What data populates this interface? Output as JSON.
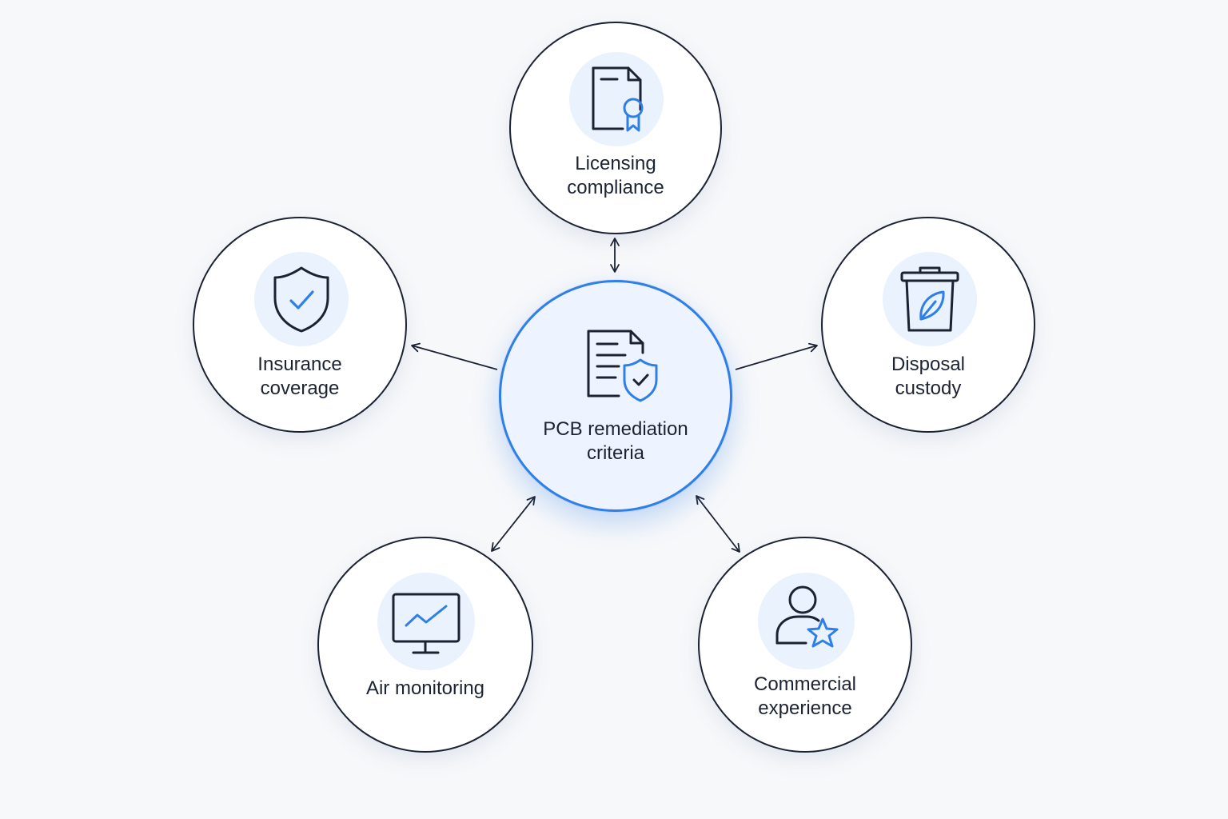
{
  "diagram": {
    "center": {
      "label_lines": [
        "PCB remediation",
        "criteria"
      ],
      "icon": "document-shield-icon"
    },
    "nodes": [
      {
        "id": "licensing",
        "label_lines": [
          "Licensing",
          "compliance"
        ],
        "icon": "certificate-document-icon"
      },
      {
        "id": "insurance",
        "label_lines": [
          "Insurance",
          "coverage"
        ],
        "icon": "shield-check-icon"
      },
      {
        "id": "disposal",
        "label_lines": [
          "Disposal",
          "custody"
        ],
        "icon": "recycle-bin-leaf-icon"
      },
      {
        "id": "air",
        "label_lines": [
          "Air monitoring"
        ],
        "icon": "monitor-chart-icon"
      },
      {
        "id": "commercial",
        "label_lines": [
          "Commercial",
          "experience"
        ],
        "icon": "user-star-icon"
      }
    ],
    "colors": {
      "accent": "#2f7fe8",
      "ink": "#1b2333",
      "icon_bubble": "#e9f2fd",
      "background": "#f7f8fa"
    }
  }
}
